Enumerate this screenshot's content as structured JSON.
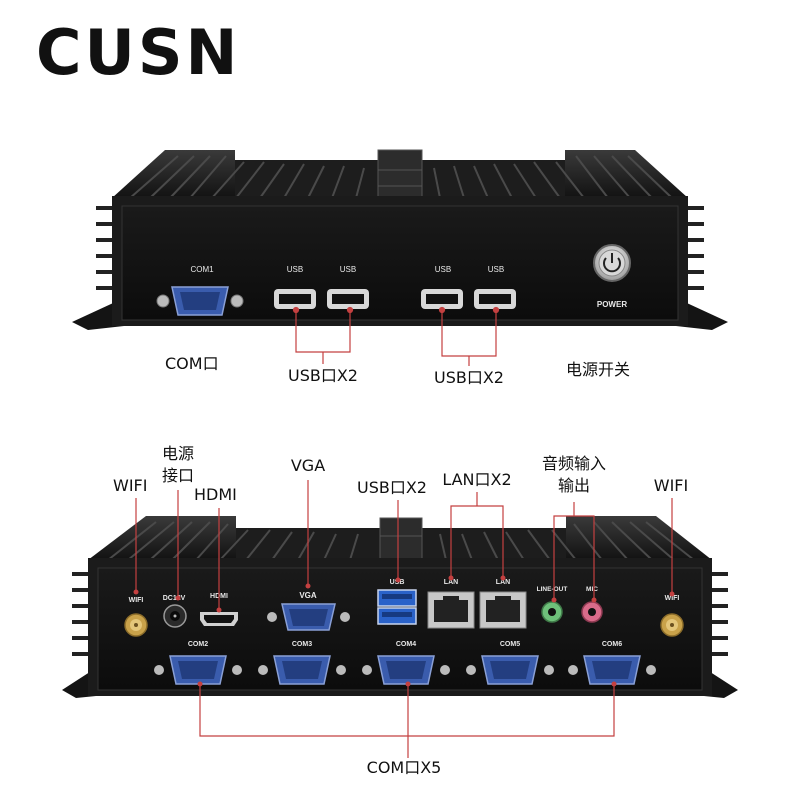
{
  "brand": {
    "logo": "CUSN"
  },
  "front_panel": {
    "ports": {
      "com1": "COM1",
      "usb_1": "USB",
      "usb_2": "USB",
      "usb_3": "USB",
      "usb_4": "USB",
      "power": "POWER"
    },
    "callouts": {
      "com": "COM口",
      "usb_left": "USB口X2",
      "usb_right": "USB口X2",
      "power": "电源开关"
    }
  },
  "rear_panel": {
    "ports": {
      "wifi_left": "WIFI",
      "dc12v": "DC12V",
      "hdmi": "HDMI",
      "vga": "VGA",
      "usb": "USB",
      "lan_1": "LAN",
      "lan_2": "LAN",
      "line_out": "LINE-OUT",
      "mic": "MIC",
      "wifi_right": "WIFI",
      "com2": "COM2",
      "com3": "COM3",
      "com4": "COM4",
      "com5": "COM5",
      "com6": "COM6"
    },
    "callouts": {
      "wifi_left": "WIFI",
      "power_line1": "电源",
      "power_line2": "接口",
      "hdmi": "HDMI",
      "vga": "VGA",
      "usb": "USB口X2",
      "lan": "LAN口X2",
      "audio_line1": "音频输入",
      "audio_line2": "输出",
      "wifi_right": "WIFI",
      "com": "COM口X5"
    }
  },
  "colors": {
    "chassis": "#1c1c1c",
    "panel": "#111111",
    "serial_blue": "#2f4f9a",
    "usb_blue": "#2a62c9",
    "antenna_gold": "#c9a24a",
    "lineout_green": "#6ec07a",
    "mic_pink": "#d96b8a",
    "callout_line": "#c44040"
  }
}
